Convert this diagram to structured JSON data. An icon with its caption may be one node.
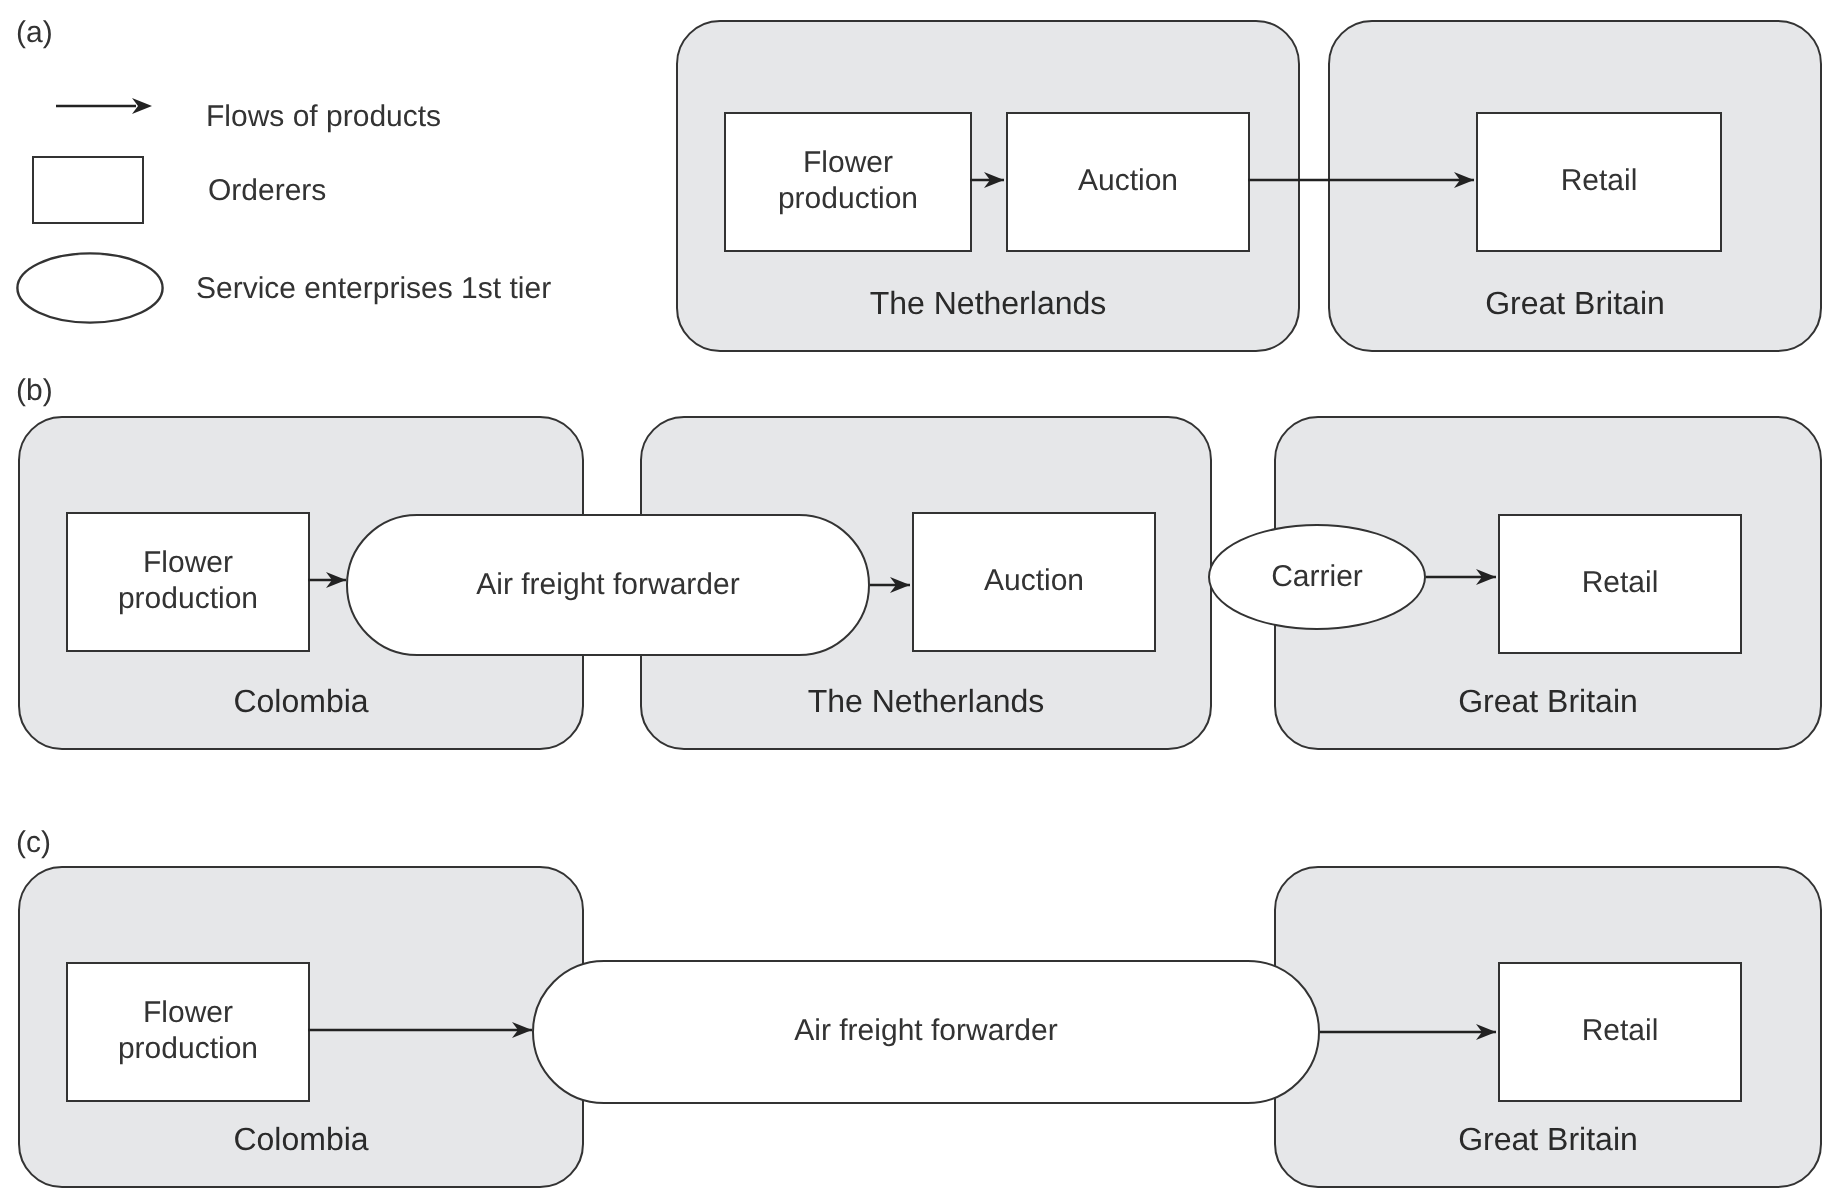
{
  "diagram": {
    "nodes": [
      {
        "text": [
          "The Netherlands"
        ]
      },
      {
        "text": [
          "Flower production"
        ],
        "in": 0
      },
      {
        "text": [
          "Auction"
        ],
        "in": 0
      },
      {
        "text": [
          "Great Britain"
        ]
      },
      {
        "text": [
          "Retail"
        ],
        "in": 3
      },
      {
        "text": [
          "Colombia"
        ]
      },
      {
        "text": [
          "Flower production"
        ],
        "in": 5
      },
      {
        "text": [
          "Air freight forwarder"
        ]
      },
      {
        "text": [
          "The Netherlands"
        ]
      },
      {
        "text": [
          "Auction"
        ],
        "in": 8
      },
      {
        "text": [
          "Great Britain"
        ]
      },
      {
        "text": [
          "Carrier"
        ]
      },
      {
        "text": [
          "Retail"
        ],
        "in": 10
      },
      {
        "text": [
          "Colombia"
        ]
      },
      {
        "text": [
          "Flower production"
        ],
        "in": 13
      },
      {
        "text": [
          "Air freight forwarder"
        ]
      },
      {
        "text": [
          "Great Britain"
        ]
      },
      {
        "text": [
          "Retail"
        ],
        "in": 16
      }
    ],
    "edges": [
      {
        "from": 1,
        "to": 2,
        "arrow": "to"
      },
      {
        "from": 2,
        "to": 4,
        "arrow": "to"
      },
      {
        "from": 6,
        "to": 7,
        "arrow": "to"
      },
      {
        "from": 7,
        "to": 9,
        "arrow": "to"
      },
      {
        "from": 11,
        "to": 12,
        "arrow": "to"
      },
      {
        "from": 14,
        "to": 15,
        "arrow": "to"
      },
      {
        "from": 15,
        "to": 17,
        "arrow": "to"
      }
    ],
    "labels": [
      "(a)",
      "(b)",
      "(c)"
    ],
    "legend": [
      {
        "text": "Flows of products"
      },
      {
        "text": "Orderers"
      },
      {
        "text": "Service enterprises 1st tier"
      }
    ]
  }
}
